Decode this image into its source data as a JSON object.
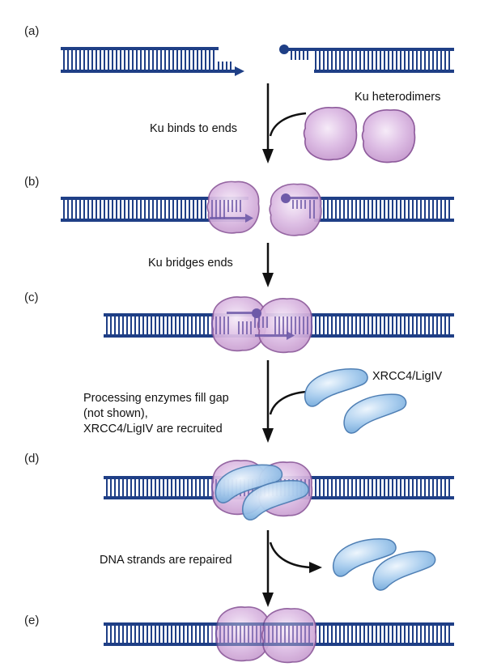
{
  "panels": {
    "a": "(a)",
    "b": "(b)",
    "c": "(c)",
    "d": "(d)",
    "e": "(e)"
  },
  "steps": {
    "ku_binds": "Ku binds to ends",
    "ku_bridges": "Ku bridges ends",
    "processing_line1": "Processing enzymes fill gap",
    "processing_line2": "(not shown),",
    "processing_line3": "XRCC4/LigIV are recruited",
    "repaired": "DNA strands are repaired"
  },
  "labels": {
    "ku_heterodimers": "Ku heterodimers",
    "xrcc4_ligiv": "XRCC4/LigIV"
  },
  "colors": {
    "dna": "#1f3f86",
    "ku_fill": "#dcb8e3",
    "ku_stroke": "#8e5b9c",
    "xrcc_fill": "#a9cdee",
    "xrcc_stroke": "#4f7fb4",
    "arrow": "#111111"
  }
}
